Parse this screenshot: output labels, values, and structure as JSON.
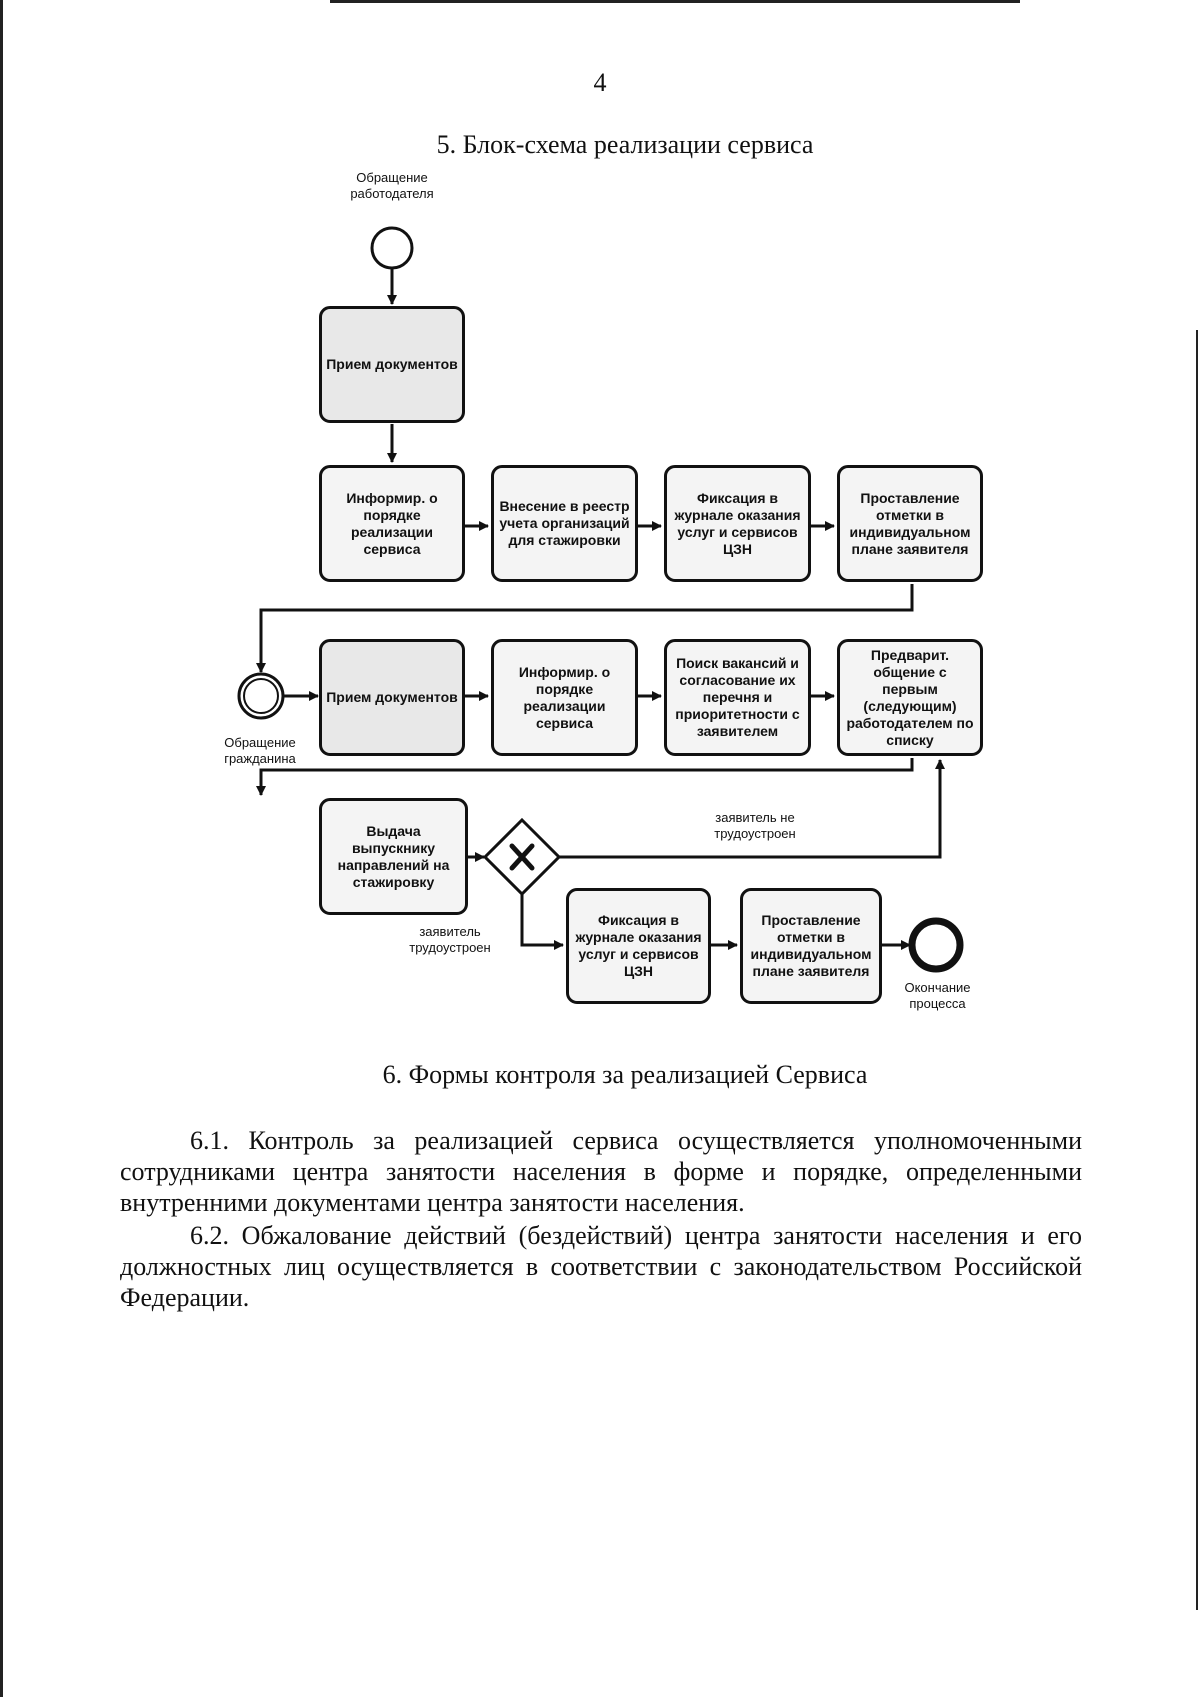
{
  "page": {
    "number": "4"
  },
  "flowchart": {
    "title": "5. Блок-схема реализации сервиса",
    "events": {
      "employer_start": "Обращение работодателя",
      "citizen_start": "Обращение гражданина",
      "end": "Окончание процесса"
    },
    "tasks": {
      "e1": "Прием документов",
      "e2": "Информир. о порядке реализации сервиса",
      "e3": "Внесение в реестр учета организаций для стажировки",
      "e4": "Фиксация в журнале оказания услуг и сервисов ЦЗН",
      "e5": "Проставление отметки в индивидуальном плане заявителя",
      "c1": "Прием документов",
      "c2": "Информир. о порядке реализации сервиса",
      "c3": "Поиск вакансий и согласование их перечня и приоритетности с заявителем",
      "c4": "Предварит. общение с первым (следующим) работодателем по списку",
      "r1": "Выдача выпускнику направлений на стажировку",
      "r2": "Фиксация в журнале оказания услуг и сервисов ЦЗН",
      "r3": "Проставление отметки в индивидуальном плане заявителя"
    },
    "gateway": {
      "symbol": "X"
    },
    "edge_labels": {
      "not_employed": "заявитель не трудоустроен",
      "employed": "заявитель трудоустроен"
    }
  },
  "controls": {
    "title": "6. Формы контроля за реализацией Сервиса",
    "paragraphs": [
      "6.1. Контроль за реализацией сервиса осуществляется уполномоченными сотрудниками центра занятости населения в форме и порядке, определенными внутренними документами центра занятости населения.",
      "6.2. Обжалование действий (бездействий) центра занятости населения и его должностных лиц осуществляется в соответствии с законодательством Российской Федерации."
    ]
  }
}
